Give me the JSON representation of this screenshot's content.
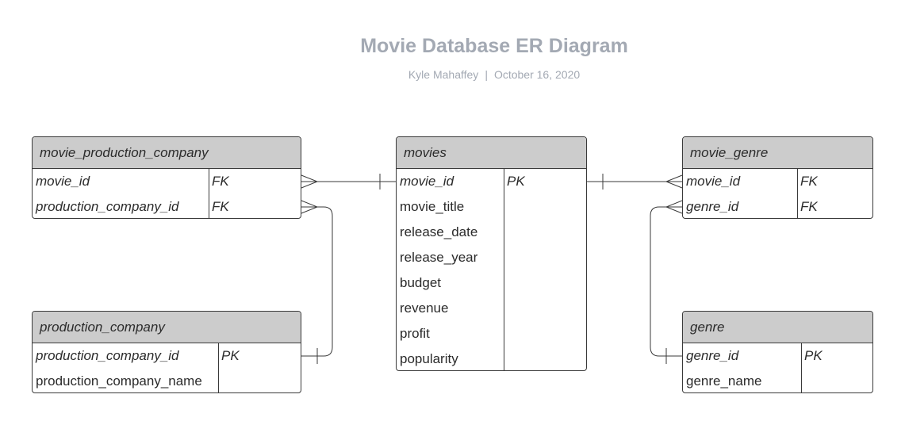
{
  "title": "Movie Database ER Diagram",
  "author": "Kyle Mahaffey",
  "date": "October 16, 2020",
  "separator": "|",
  "entities": {
    "movie_production_company": {
      "name": "movie_production_company",
      "rows": [
        {
          "field": "movie_id",
          "key": "FK"
        },
        {
          "field": "production_company_id",
          "key": "FK"
        }
      ]
    },
    "production_company": {
      "name": "production_company",
      "rows": [
        {
          "field": "production_company_id",
          "key": "PK"
        },
        {
          "field": "production_company_name",
          "key": ""
        }
      ]
    },
    "movies": {
      "name": "movies",
      "rows": [
        {
          "field": "movie_id",
          "key": "PK"
        },
        {
          "field": "movie_title",
          "key": ""
        },
        {
          "field": "release_date",
          "key": ""
        },
        {
          "field": "release_year",
          "key": ""
        },
        {
          "field": "budget",
          "key": ""
        },
        {
          "field": "revenue",
          "key": ""
        },
        {
          "field": "profit",
          "key": ""
        },
        {
          "field": "popularity",
          "key": ""
        }
      ]
    },
    "movie_genre": {
      "name": "movie_genre",
      "rows": [
        {
          "field": "movie_id",
          "key": "FK"
        },
        {
          "field": "genre_id",
          "key": "FK"
        }
      ]
    },
    "genre": {
      "name": "genre",
      "rows": [
        {
          "field": "genre_id",
          "key": "PK"
        },
        {
          "field": "genre_name",
          "key": ""
        }
      ]
    }
  },
  "line_color": "#3a3a3a",
  "header_fill": "#cccccc"
}
